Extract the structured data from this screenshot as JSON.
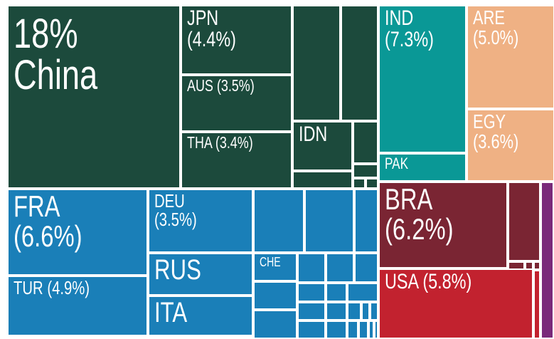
{
  "chart_data": {
    "type": "treemap",
    "title": "",
    "colors": {
      "asia": "#1c4a3c",
      "south_asia": "#0a9896",
      "middle_east_africa": "#efb184",
      "europe": "#1a7fb8",
      "latin_america": "#7a2533",
      "north_america": "#c2222f",
      "other": "#7a2a7a"
    },
    "cells": [
      {
        "id": "CHN",
        "pct": "18%",
        "name": "China",
        "group": "asia"
      },
      {
        "id": "JPN",
        "text": "JPN\n(4.4%)",
        "group": "asia"
      },
      {
        "id": "AUS",
        "text": "AUS (3.5%)",
        "group": "asia"
      },
      {
        "id": "THA",
        "text": "THA (3.4%)",
        "group": "asia"
      },
      {
        "id": "IDN",
        "text": "IDN",
        "group": "asia"
      },
      {
        "id": "IND",
        "text": "IND\n(7.3%)",
        "group": "south_asia"
      },
      {
        "id": "PAK",
        "text": "PAK",
        "group": "south_asia"
      },
      {
        "id": "ARE",
        "text": "ARE\n(5.0%)",
        "group": "middle_east_africa"
      },
      {
        "id": "EGY",
        "text": "EGY\n(3.6%)",
        "group": "middle_east_africa"
      },
      {
        "id": "FRA",
        "text": "FRA\n(6.6%)",
        "group": "europe"
      },
      {
        "id": "TUR",
        "text": "TUR (4.9%)",
        "group": "europe"
      },
      {
        "id": "DEU",
        "text": "DEU\n(3.5%)",
        "group": "europe"
      },
      {
        "id": "RUS",
        "text": "RUS",
        "group": "europe"
      },
      {
        "id": "ITA",
        "text": "ITA",
        "group": "europe"
      },
      {
        "id": "CHE",
        "text": "CHE",
        "group": "europe"
      },
      {
        "id": "BRA",
        "text": "BRA\n(6.2%)",
        "group": "latin_america"
      },
      {
        "id": "USA",
        "text": "USA (5.8%)",
        "group": "north_america"
      }
    ]
  }
}
